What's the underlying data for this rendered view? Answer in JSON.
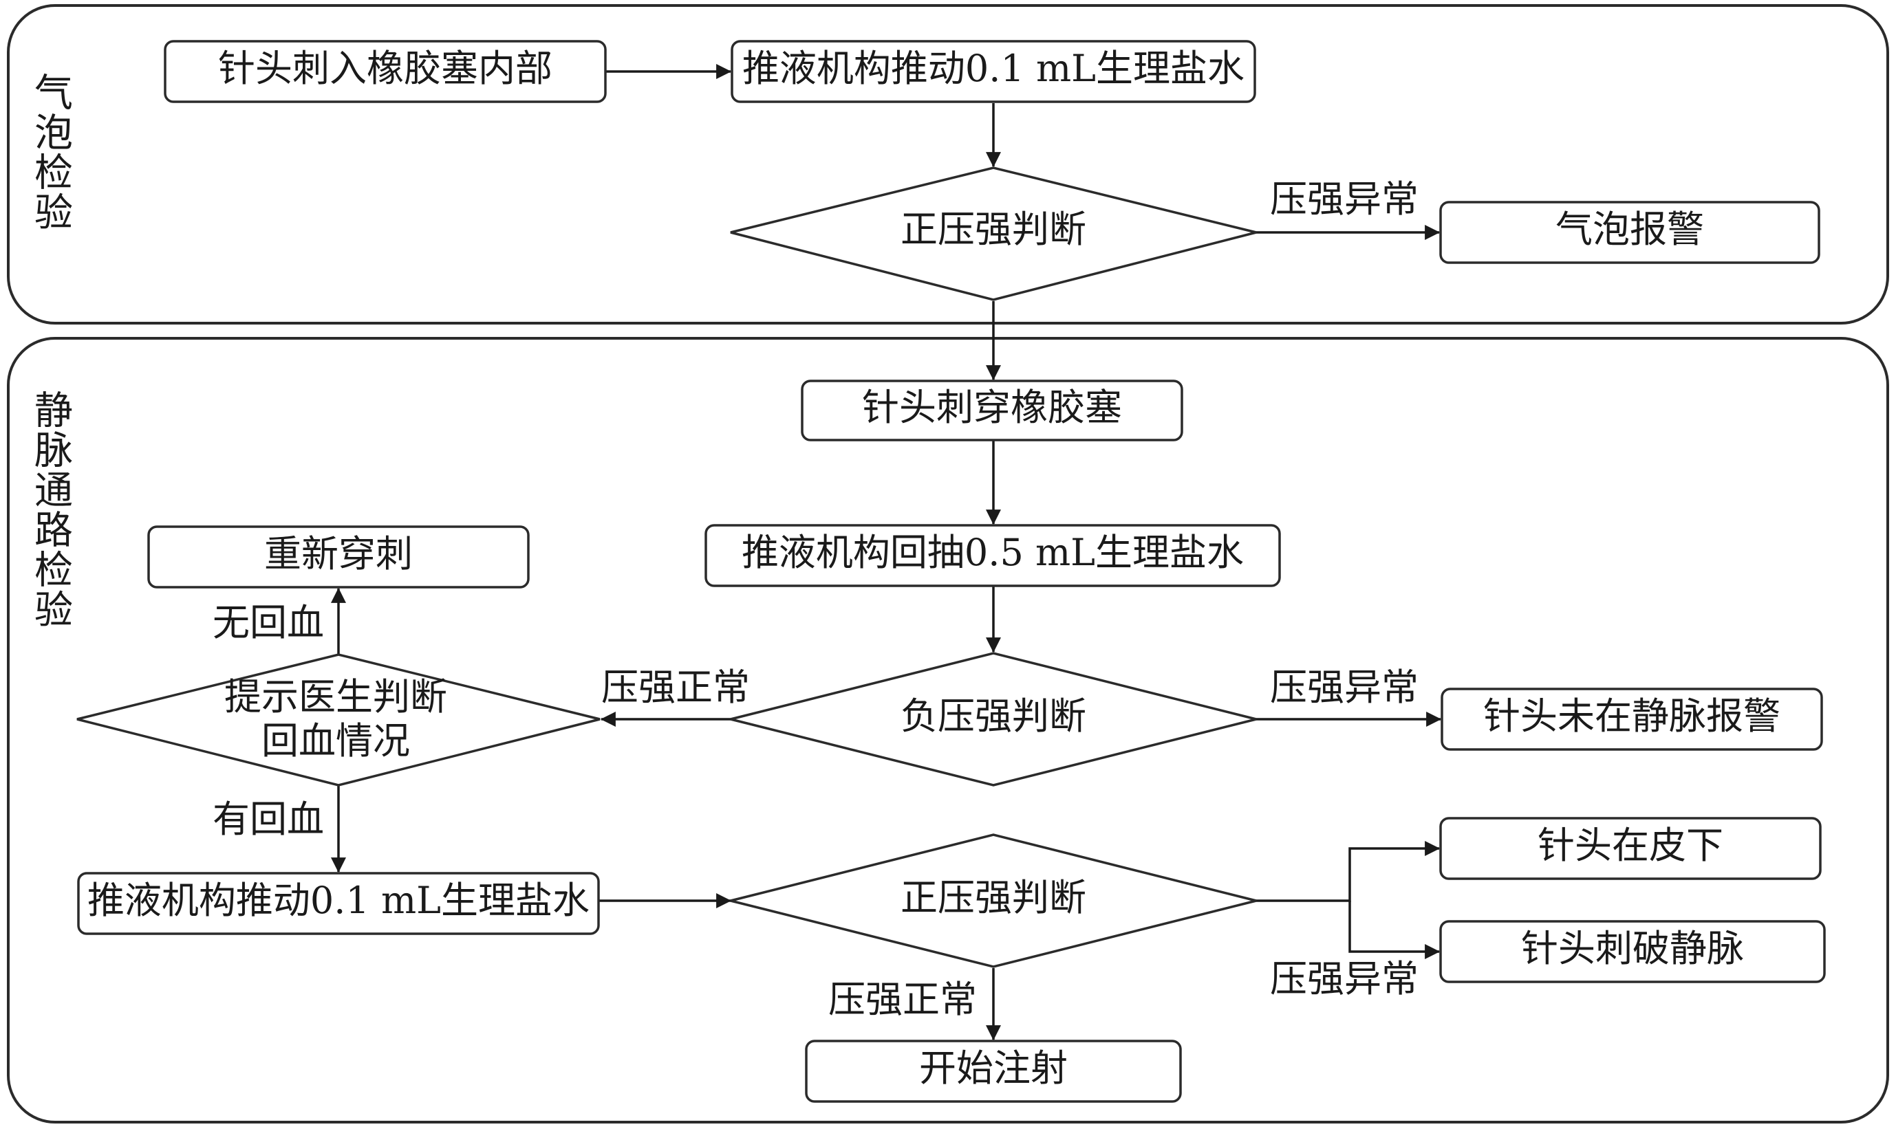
{
  "sections": {
    "bubble": {
      "label": [
        "气",
        "泡",
        "检",
        "验"
      ]
    },
    "iv": {
      "label": [
        "静",
        "脉",
        "通",
        "路",
        "检",
        "验"
      ]
    }
  },
  "nodes": {
    "insert_stopper": "针头刺入橡胶塞内部",
    "push_01_top": "推液机构推动0.1 mL生理盐水",
    "pos_pressure_top": "正压强判断",
    "bubble_alarm": "气泡报警",
    "pierce_stopper": "针头刺穿橡胶塞",
    "withdraw_05": "推液机构回抽0.5 mL生理盐水",
    "neg_pressure": "负压强判断",
    "needle_not_in_vein": "针头未在静脉报警",
    "prompt_doctor": [
      "提示医生判断",
      "回血情况"
    ],
    "repuncture": "重新穿刺",
    "push_01_bottom": "推液机构推动0.1 mL生理盐水",
    "pos_pressure_bottom": "正压强判断",
    "needle_subcutaneous": "针头在皮下",
    "needle_pierced_vein": "针头刺破静脉",
    "start_injection": "开始注射"
  },
  "edge_labels": {
    "top_abnormal": "压强异常",
    "neg_normal": "压强正常",
    "neg_abnormal": "压强异常",
    "no_blood_return": "无回血",
    "has_blood_return": "有回血",
    "bottom_normal": "压强正常",
    "bottom_abnormal": "压强异常"
  }
}
